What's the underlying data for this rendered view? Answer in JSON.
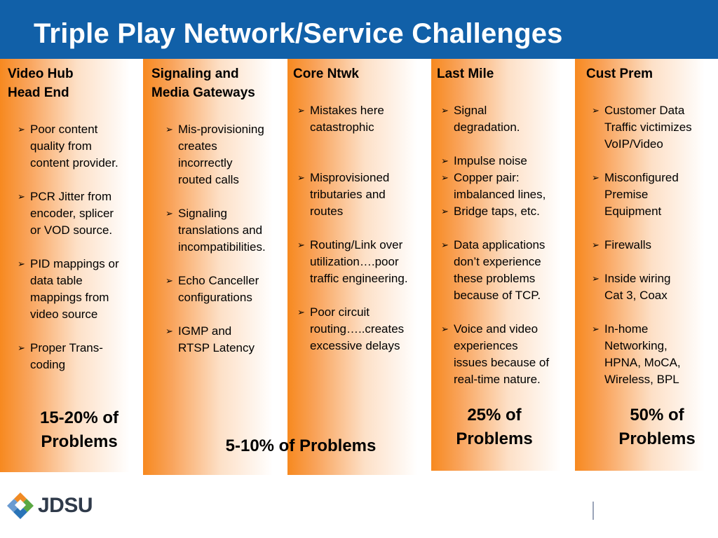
{
  "title": "Triple Play Network/Service Challenges",
  "colors": {
    "title_bar": "#1160a8",
    "accent_orange": "#f7891f"
  },
  "logo": {
    "text": "JDSU",
    "icon": "jdsu-diamond-logo"
  },
  "columns": [
    {
      "heading": "Video Hub\nHead End",
      "items": [
        "Poor content\nquality from\ncontent provider.",
        "PCR Jitter from\nencoder, splicer\nor VOD source.",
        "PID mappings or\ndata table\nmappings from\nvideo source",
        "Proper Trans-\ncoding"
      ],
      "percent": "15-20% of\nProblems"
    },
    {
      "heading": "Signaling and\nMedia Gateways",
      "items": [
        "Mis-provisioning\ncreates\nincorrectly\nrouted calls",
        "Signaling\ntranslations and\nincompatibilities.",
        "Echo Canceller\nconfigurations",
        "IGMP and\nRTSP Latency"
      ],
      "percent": ""
    },
    {
      "heading": "Core Ntwk",
      "items": [
        "Mistakes here\ncatastrophic",
        "Misprovisioned\ntributaries and\nroutes",
        "Routing/Link over\nutilization….poor\ntraffic engineering.",
        "Poor circuit\nrouting…..creates\nexcessive delays"
      ],
      "percent": ""
    },
    {
      "heading": "Last Mile",
      "items": [
        "Signal\ndegradation.",
        "Impulse noise",
        "Copper pair:\nimbalanced lines,",
        "Bridge taps, etc.",
        "Data applications\ndon’t experience\nthese problems\nbecause of TCP.",
        "Voice and video\nexperiences\nissues because of\nreal-time nature."
      ],
      "percent": "25% of\nProblems"
    },
    {
      "heading": "Cust Prem",
      "items": [
        "Customer Data\nTraffic victimizes\nVoIP/Video",
        "Misconfigured\nPremise\nEquipment",
        "Firewalls",
        "Inside wiring\n Cat 3, Coax",
        "In-home\nNetworking,\nHPNA, MoCA,\nWireless, BPL"
      ],
      "percent": "50% of\nProblems"
    }
  ],
  "shared_percent": "5-10% of Problems"
}
